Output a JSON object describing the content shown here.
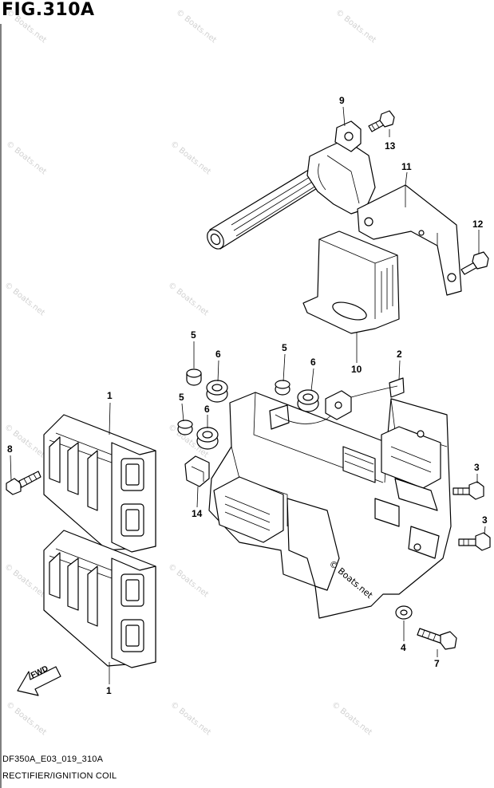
{
  "figure": {
    "title": "FIG.310A",
    "code": "DF350A_E03_019_310A",
    "caption": "RECTIFIER/IGNITION COIL",
    "watermark": "© Boats.net",
    "fwd_label": "FWD"
  },
  "callouts": {
    "c1_top": "1",
    "c1_bottom": "1",
    "c2": "2",
    "c3_upper": "3",
    "c3_lower": "3",
    "c4": "4",
    "c5_a": "5",
    "c5_b": "5",
    "c5_c": "5",
    "c6_a": "6",
    "c6_b": "6",
    "c6_c": "6",
    "c7": "7",
    "c8": "8",
    "c9": "9",
    "c10": "10",
    "c11": "11",
    "c12": "12",
    "c13": "13",
    "c14": "14"
  }
}
